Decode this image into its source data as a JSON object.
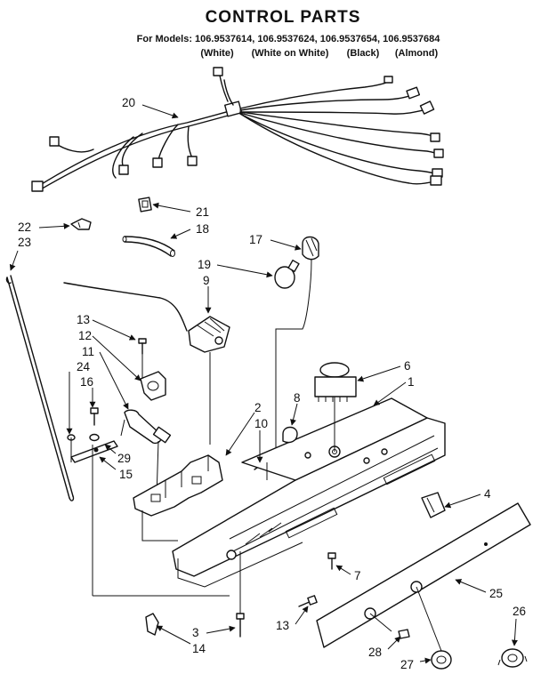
{
  "header": {
    "title": "CONTROL PARTS",
    "models_line": "For Models: 106.9537614, 106.9537624, 106.9537654, 106.9537684",
    "colors": [
      "(White)",
      "(White on White)",
      "(Black)",
      "(Almond)"
    ]
  },
  "callouts": {
    "n1": "1",
    "n2": "2",
    "n3": "3",
    "n4": "4",
    "n6": "6",
    "n7": "7",
    "n8": "8",
    "n9": "9",
    "n10": "10",
    "n11": "11",
    "n12": "12",
    "n13a": "13",
    "n13b": "13",
    "n14": "14",
    "n15": "15",
    "n16": "16",
    "n17": "17",
    "n18": "18",
    "n19": "19",
    "n20": "20",
    "n21": "21",
    "n22": "22",
    "n23": "23",
    "n24": "24",
    "n25": "25",
    "n26": "26",
    "n27": "27",
    "n28": "28",
    "n29": "29"
  }
}
